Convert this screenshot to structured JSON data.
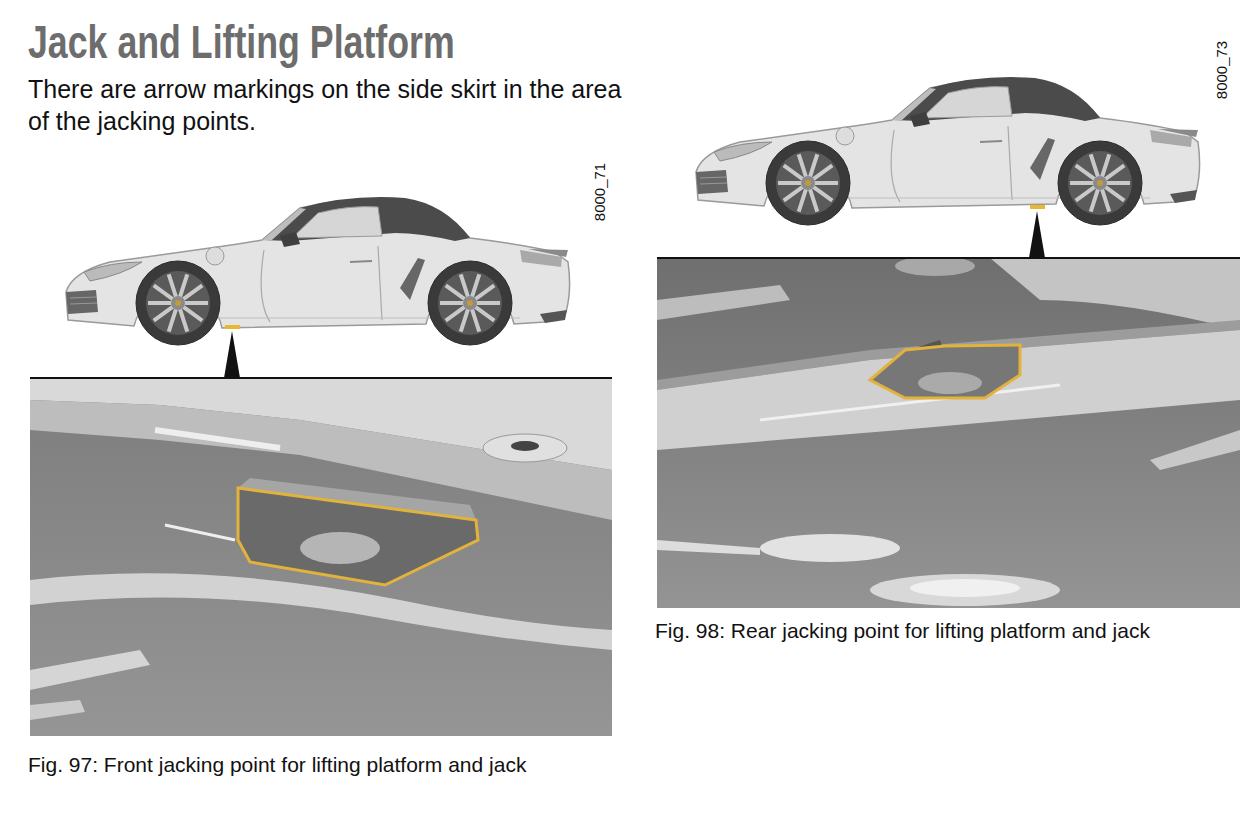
{
  "diagram": {
    "title": "Jack and Lifting Platform",
    "labels": [
      "There are arrow markings on the side skirt in the area of the jacking points.",
      "8000_71",
      "Fig. 97: Front jacking point for lifting platform and jack",
      "8000_73",
      "Fig. 98: Rear jacking point for lifting platform and jack"
    ]
  }
}
